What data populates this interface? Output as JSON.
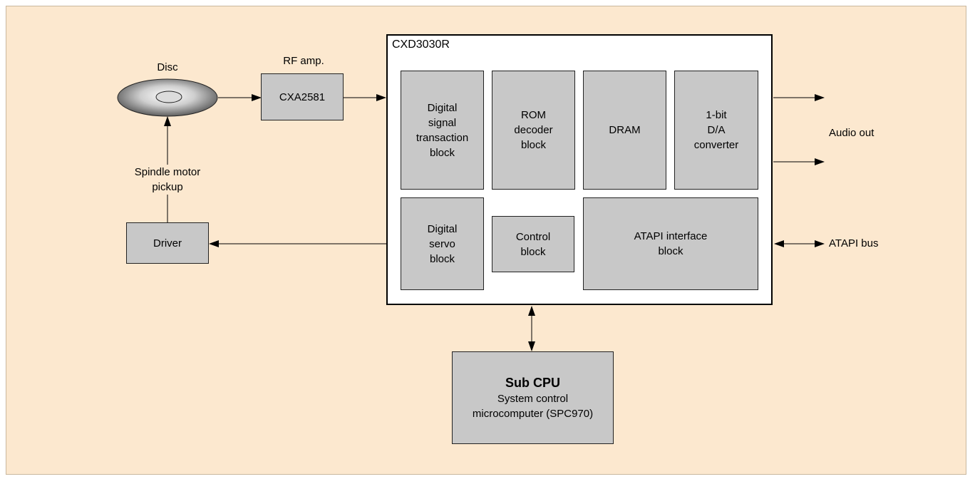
{
  "labels": {
    "disc": "Disc",
    "rf_amp": "RF amp.",
    "spindle": "Spindle motor\npickup",
    "audio_out": "Audio out",
    "atapi_bus": "ATAPI bus"
  },
  "boxes": {
    "cxa2581": "CXA2581",
    "driver": "Driver"
  },
  "chip": {
    "title": "CXD3030R",
    "blocks": {
      "dst": "Digital\nsignal\ntransaction\nblock",
      "rom": "ROM\ndecoder\nblock",
      "dram": "DRAM",
      "dac": "1-bit\nD/A\nconverter",
      "servo": "Digital\nservo\nblock",
      "control": "Control\nblock",
      "atapi": "ATAPI interface\nblock"
    }
  },
  "sub_cpu": {
    "title": "Sub CPU",
    "desc": "System control\nmicrocomputer (SPC970)"
  },
  "colors": {
    "background": "#fce8cf",
    "block_fill": "#c8c8c8",
    "chip_fill": "#ffffff"
  }
}
